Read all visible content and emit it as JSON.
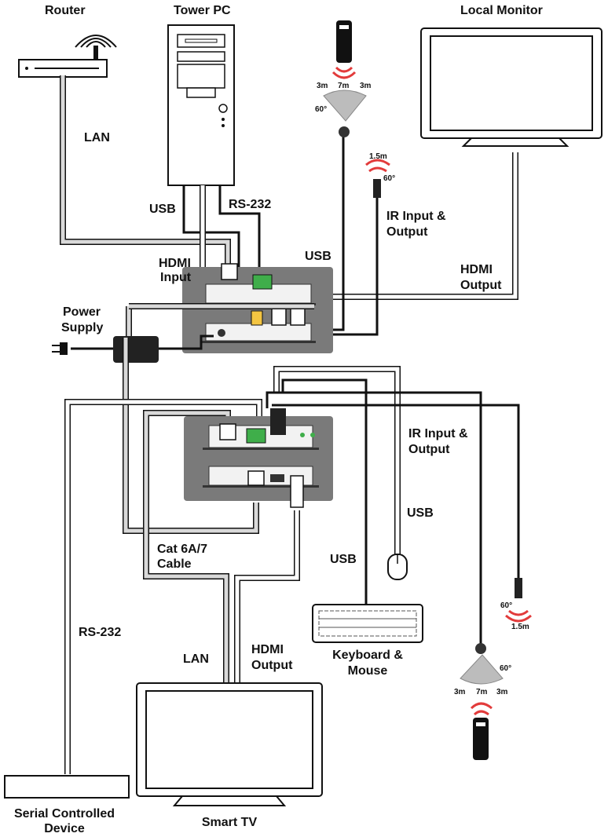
{
  "labels": {
    "router": "Router",
    "tower_pc": "Tower PC",
    "local_monitor": "Local Monitor",
    "lan_top": "LAN",
    "usb_pc": "USB",
    "rs232_pc": "RS-232",
    "hdmi_input": [
      "HDMI",
      "Input"
    ],
    "usb_top": "USB",
    "ir_top": [
      "IR Input &",
      "Output"
    ],
    "hdmi_output_top": [
      "HDMI",
      "Output"
    ],
    "power_supply": [
      "Power",
      "Supply"
    ],
    "ir_bottom": [
      "IR Input &",
      "Output"
    ],
    "usb_bottom_right": "USB",
    "usb_bottom_mid": "USB",
    "cat_cable": [
      "Cat 6A/7",
      "Cable"
    ],
    "rs232_left": "RS-232",
    "lan_bottom": "LAN",
    "hdmi_output_bottom": [
      "HDMI",
      "Output"
    ],
    "keyboard_mouse": [
      "Keyboard &",
      "Mouse"
    ],
    "serial_device": [
      "Serial Controlled",
      "Device"
    ],
    "smart_tv": "Smart TV"
  },
  "ir_ranges": {
    "top_blaster_dist": "3m",
    "top_blaster_mid": "7m",
    "top_blaster_dist2": "3m",
    "top_blaster_angle": "60°",
    "top_eye_dist": "1.5m",
    "top_eye_angle": "60°",
    "bottom_eye_angle": "60°",
    "bottom_eye_dist": "1.5m",
    "bottom_blaster_angle": "60°",
    "bottom_blaster_dist": "3m",
    "bottom_blaster_mid": "7m",
    "bottom_blaster_dist2": "3m"
  },
  "colors": {
    "device_box": "#7a7a7a",
    "cable_white": "#ffffff",
    "cable_grey": "#cfcfcf",
    "cable_black": "#1a1a1a",
    "terminal_green": "#3fae4a",
    "ir_red": "#e23b3b"
  }
}
